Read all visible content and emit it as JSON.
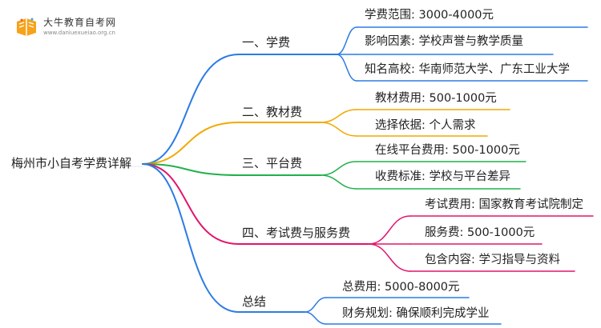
{
  "watermark": {
    "name": "大牛教育自考网",
    "url": "www.daniuexueiao.org.cn"
  },
  "mindmap": {
    "root": "梅州市小自考学费详解",
    "branches": [
      {
        "label": "一、学费",
        "color": "#2b7be4",
        "children": [
          "学费范围: 3000-4000元",
          "影响因素: 学校声誉与教学质量",
          "知名高校: 华南师范大学、广东工业大学"
        ]
      },
      {
        "label": "二、教材费",
        "color": "#f2a900",
        "children": [
          "教材费用: 500-1000元",
          "选择依据: 个人需求"
        ]
      },
      {
        "label": "三、平台费",
        "color": "#21b14b",
        "children": [
          "在线平台费用: 500-1000元",
          "收费标准: 学校与平台差异"
        ]
      },
      {
        "label": "四、考试费与服务费",
        "color": "#e0156c",
        "children": [
          "考试费用: 国家教育考试院制定",
          "服务费: 500-1000元",
          "包含内容: 学习指导与资料"
        ]
      },
      {
        "label": "总结",
        "color": "#2b7be4",
        "children": [
          "总费用: 5000-8000元",
          "财务规划: 确保顺利完成学业"
        ]
      }
    ]
  }
}
